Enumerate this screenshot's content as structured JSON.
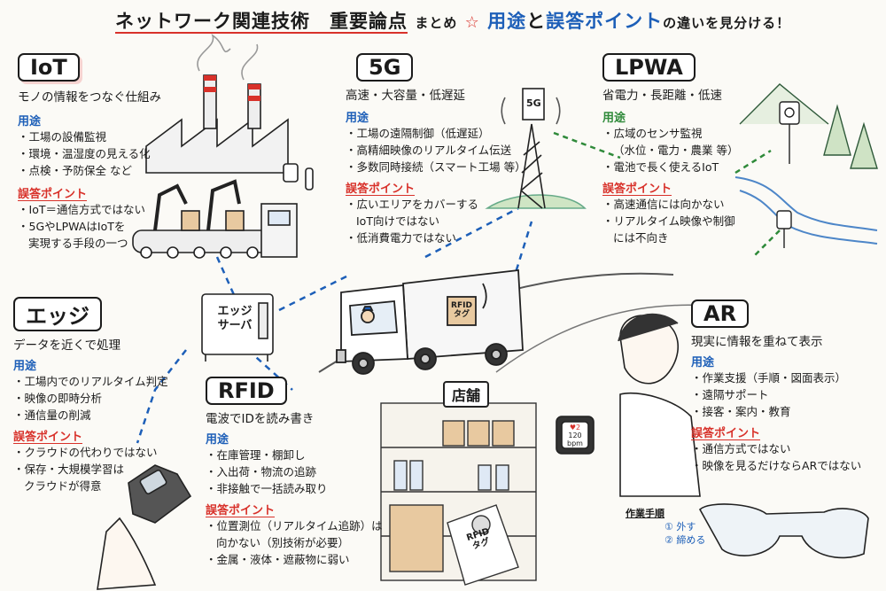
{
  "title": {
    "main": "ネットワーク関連技術　重要論点",
    "small": "まとめ",
    "star": "☆",
    "use_word": "用途",
    "and_word": "と",
    "ng_word": "誤答ポイント",
    "tail": "の違いを見分ける！"
  },
  "iot": {
    "heading": "IoT",
    "desc": "モノの情報をつなぐ仕組み",
    "use_label": "用途",
    "uses": [
      "工場の設備監視",
      "環境・温湿度の見える化",
      "点検・予防保全 など"
    ],
    "ng_label": "誤答ポイント",
    "ngs": [
      "IoT＝通信方式ではない",
      "5GやLPWAはIoTを",
      "実現する手段の一つ"
    ]
  },
  "g5": {
    "heading": "5G",
    "desc": "高速・大容量・低遅延",
    "use_label": "用途",
    "uses": [
      "工場の遠隔制御（低遅延）",
      "高精細映像のリアルタイム伝送",
      "多数同時接続（スマート工場 等）"
    ],
    "ng_label": "誤答ポイント",
    "ngs": [
      "広いエリアをカバーする",
      "IoT向けではない",
      "低消費電力ではない"
    ],
    "tower_label": "5G"
  },
  "lpwa": {
    "heading": "LPWA",
    "desc": "省電力・長距離・低速",
    "use_label": "用途",
    "uses": [
      "広域のセンサ監視",
      "（水位・電力・農業 等）",
      "電池で長く使えるIoT"
    ],
    "ng_label": "誤答ポイント",
    "ngs": [
      "高速通信には向かない",
      "リアルタイム映像や制御",
      "には不向き"
    ]
  },
  "edge": {
    "heading": "エッジ",
    "desc": "データを近くで処理",
    "use_label": "用途",
    "uses": [
      "工場内でのリアルタイム判定",
      "映像の即時分析",
      "通信量の削減"
    ],
    "ng_label": "誤答ポイント",
    "ngs": [
      "クラウドの代わりではない",
      "保存・大規模学習は",
      "クラウドが得意"
    ],
    "server_label_1": "エッジ",
    "server_label_2": "サーバ"
  },
  "rfid": {
    "heading": "RFID",
    "desc": "電波でIDを読み書き",
    "use_label": "用途",
    "uses": [
      "在庫管理・棚卸し",
      "入出荷・物流の追跡",
      "非接触で一括読み取り"
    ],
    "ng_label": "誤答ポイント",
    "ngs": [
      "位置測位（リアルタイム追跡）は",
      "向かない（別技術が必要）",
      "金属・液体・遮蔽物に弱い"
    ],
    "tag_label_1": "RFID",
    "tag_label_2": "タグ"
  },
  "ar": {
    "heading": "AR",
    "desc": "現実に情報を重ねて表示",
    "use_label": "用途",
    "uses": [
      "作業支援（手順・図面表示）",
      "遠隔サポート",
      "接客・案内・教育"
    ],
    "ng_label": "誤答ポイント",
    "ngs": [
      "通信方式ではない",
      "映像を見るだけならARではない"
    ],
    "hud_title": "作業手順",
    "hud_step1": "① 外す",
    "hud_step2": "② 締める"
  },
  "store": {
    "sign": "店舗"
  },
  "truck": {
    "tag_label_1": "RFID",
    "tag_label_2": "タグ"
  },
  "watch": {
    "value": "120",
    "unit": "bpm",
    "top": "2"
  },
  "colors": {
    "accent_red": "#d8312a",
    "accent_blue": "#1d5fb8",
    "accent_green": "#2f8a3a"
  }
}
